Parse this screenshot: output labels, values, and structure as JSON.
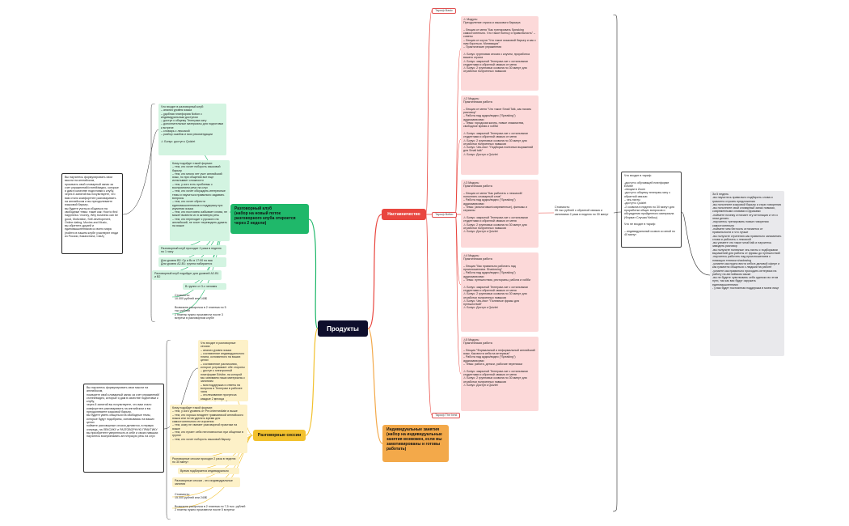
{
  "center": {
    "title": "Продукты"
  },
  "mentoring": {
    "title": "Наставничество",
    "tariffs": {
      "basic": "Тариф Basic",
      "better": "Тариф Better",
      "the_best": "Тариф The best"
    },
    "modules": [
      "⚠ Модуль:\nПреодоление страха и языкового барьера\n\n– Лекция от меня \"Как тренировать Speaking самостоятельно. Что такое fluency и правильность\" – советы\n– Лекция от коуча \"Что такое языковой барьер и как с ним бороться. Мотивация\"\n– Практические упражнения\n\n⚠ Бонус: групповая сессия с коучем, проработка вашего страха\n⚠ Бонус: закрытый Телеграм-чат с остальными студентами и обратной связью от меня\n⚠ Бонус: 2 групповых созвона по 30 минут для отработки полученных навыков",
      "⚠2 Модуль:\nПрактическая работа\n\n– Лекция от меня \"Что такое Small Talk, как начать разговор\"\n– Работа над аудио/видео (\"Speaking\") аудиозаписями\n– Темы: городская жизнь, новые знакомства, свободное время и хобби\n\n⚠ Бонус: закрытый Телеграм-чат с остальными студентами и обратной связью от меня\n⚠ Бонус: 2 групповых созвона по 30 минут для отработки полученных навыков\n⚠ Бонус: Чек-лист \"Подборка полезных выражений для Small talk\"\n⚠ Бонус: Доступ к Quizlet",
      "⚠3 Модуль:\nПрактическая работа\n\n– Лекция от меня \"Как работать с лексикой/ пополнять словарный слов\"\n– Работа над аудио/видео (\"Speaking\") аудиозаписями\n– Темы: (аналоговые/современные), фильмы и сериалы\n\n⚠ Бонус: закрытый Телеграм-чат с остальными студентами и обратной связью от меня\n⚠ Бонус: 2 групповых созвона по 30 минут для отработки полученных навыков\n⚠ Бонус: Доступ к Quizlet",
      "⚠4 Модуль:\nПрактическая работа\n\n– Лекция \"Как правильно работать над произношением. Shadowing\"\n– Работа над аудио/видео (\"Speaking\") аудиозаписями\n– Темы: путешествия, рестораны, работа и хобби\n\n⚠ Бонус: закрытый Телеграм-чат с остальными студентами и обратной связью от меня\n⚠ Бонус: 2 групповых созвона по 30 минут для отработки полученных навыков\n⚠ Бонус: Чек-лист \"Полезные фразы для путешествий\"\n⚠ Бонус: Доступ к Quizlet",
      "⚠5 Модуль:\nПрактическая работа\n\n– Лекция \"Формальный и неформальный английский язык. Как вести себя на интервью\"\n– Работа над аудио/видео (\"Speaking\") аудиозаписями\n– Темы: работа, деньги, рабочие переписки\n\n⚠ Бонус: закрытый Телеграм-чат с остальными студентами и обратной связью от меня\n⚠ Бонус: 2 групповых созвона по 30 минут для отработки полученных навыков\n⚠ Бонус: Доступ к Quizlet"
    ],
    "cost": "Стоимость:\n35 тыс рублей с обратной связью и занятиями 2 раза в неделю по 30 минут",
    "included": "Что входит в тариф:\n\n-доступ к обучающей платформе Edvibe\n-лекции в Zoom\n-доступ к общему телеграм-чату с обратной связью\n– чек-листы\n-доступ к Quizlet\n-2 созвона в неделю по 30 минут для проработки общих вопросов и обсуждения пройденного материала (Формат Случаи/ Кейсы)\n\nЧто не входит в тариф:\n\n– индивидуальный созвон со мной по 40 минут",
    "outcomes": "За 5 недель\n-вы научитесь правильно подбирать слова и грамотно строить предложения\n-вы пополните языковой барьер и страх говорения\n-вы пополните свой словарный запас новыми, современными словами и фразами\n-поймете почему отличает эту интонация и что с этим делать\n-научитесь тренировать новые говорения самостоятельно\n-поймете чем беглость отличается от правильности и что лучше\n-вы получите стратегию как правильно запоминать слова и работать с лексикой\n-вы узнаете что такое small talk и научитесь заводить разговор\n-вы получите полезные чек-листы с подборками выражений для работы от фразы до путешествий\n-научитесь работать над произношением с помощью техники shadowing\n-узнаете как нужно вести себя в деловой сфере и как грамотно общаться с людьми на работе\n-узнаете как правильно проходить интервью на работу на английском языке\n-вы не будете чувствовать себя одиноко во этом пути, так как вас будут окружать единомышленники\n- у вас будет постоянная поддержка в моем лице"
  },
  "club": {
    "title": "Разговорный клуб\n(набор на новый поток разговорного клуба откроется через 2 недели)",
    "left_note": "Вы научитесь формулировать свои мысли на английском,\nпрокачать свой словарный запас за счет упражнений/статей/видео, которые я дам в качестве подготовки к клубу,\nчерез 8 занятий вы почувствуете, что вам стало комфортнее разговаривать на английском и вы преодолеваете языковой барьер,\nвы будете учиться общаться на свободные темы: такие как: How to find happiness / money, Why business can be good, Motivation, Self-development, Online dating, Movies and Music,\nвы обретете друзей и единомышленников со всего мира (пойнтк в нашем клубе участвуют люди из России, Казахстана, США)",
    "items": [
      "Что входит в разговорный клуб:\n– анализ уровня языка\n– удобная платформа Notion с индивидуальным доступом\n– доступ к общему Телеграм-чату\n– дополнительные материалы для подготовки к встрече\n– словарь с лексикой\n– разбор ошибок и мои рекомендации\n\n⚠ Бонус: доступ к Quizlet",
      "Кому подойдет такой формат:\n– тем, кто хочет побороть языковой барьер\n– тем, кто много лет учит английский язык, но при общении все еще испытывает сложности\n– тем, у кого есть проблемы с восприятием речи на слух\n– тем, кто хочет обсуждать интересные темы и научиться правильно задавать вопросы\n– тем, кто хочет обрести единомышленников и поддержку при изучении языка\n– тем, кто постоянно забывает слова, не может вывести их в активную речь\n– тем, кто переходит с русского на английский, не хочет переводить думать на языке",
      "Разговорный клуб проходит 2 раза в неделю по 1 часу",
      "Для уровня B2: Ср и Вс в 17:00 по мск\nДля уровня A2-B1: группа набирается",
      "Разговорный клуб подойдет для уровней A2-B1 и B2",
      "В группе от 3-х человек",
      "Стоимость:\n10.000 рублей или 140$",
      "Возможна рассрочка в 2 платежа по 5 тыс рублей\n2 платеж нужно произвести после 3 встречи в разговорном клубе"
    ]
  },
  "sessions": {
    "title": "Разговорные сессии",
    "left_note": "Вы научитесь формулировать свои мысли на английском,\nпокачаете свой словарный запас за счет упражнений/статей/видео, которые я дам в качестве подготовки к клубу,\nчерез 8 занятий вы почувствуете, что вам стало комфортнее разговаривать на английском и вы преодолеваете языковой барьер,\nвы будете уметь общаться на свободные темы, которые будут подобраны, основываясь на ваших целях\nпоймете разговорные сессии делаются, в первую очередь, на ЛЕКСИКУ и РАЗГОВОРНУЮ ПРАКТИКУ\nвы приобретете уверенность в себе и своих навыках\nнаучитесь воспринимать англ/ерскую речь на слух",
    "items": [
      "Что входит в разговорные сессии:\n– анализ уровня языка\n– составление индивидуального плана, основанного на ваших целях\n– составление расписания, которое устраивает обе стороны\n– доступ к электронной платформе Edvibe, на которой мы занимаем наши материалы к занятиям\n– моя поддержка и ответы на вопросы в Телеграм в рабочее часы\n– отслеживание прогресса каждые 2 месяца\n– занятия 1 на 1 в Zoom",
      "Кому подойдет такой формат:\n– тем, у кого уровень от Pre-intermediate и выше\n– тем, кто хорошо владеет грамматикой английского языка или готов уделять время для самостоятельного ее изучения\n– тем, кому не хватает разговорной практики на языке\n– тем, кто пугает себя неготовностью при общении в группе\n– тем, кто хочет побороть языковой барьер",
      "Разговорные сессии проходят 2 раза в неделю по 30 минут",
      "Время подбирается индивидуально",
      "Разговорные сессии - это индивидуальные занятия",
      "Стоимость:\n15.000 рублей или 240$",
      "Возможна рассрочка в 2 платежа по 7,5 тыс. рублей\n2 платеж нужно произвести после 5 встречи"
    ]
  },
  "individual": {
    "title": "Индивидуальные занятия\n(набор на индивидуальные занятия возможен, если вы замотивированы и готовы работать)"
  },
  "colors": {
    "mentoring": "#e9463f",
    "club": "#1fb86a",
    "sessions": "#f2c12e",
    "individual": "#f3a94a",
    "center": "#0e0e2c"
  }
}
